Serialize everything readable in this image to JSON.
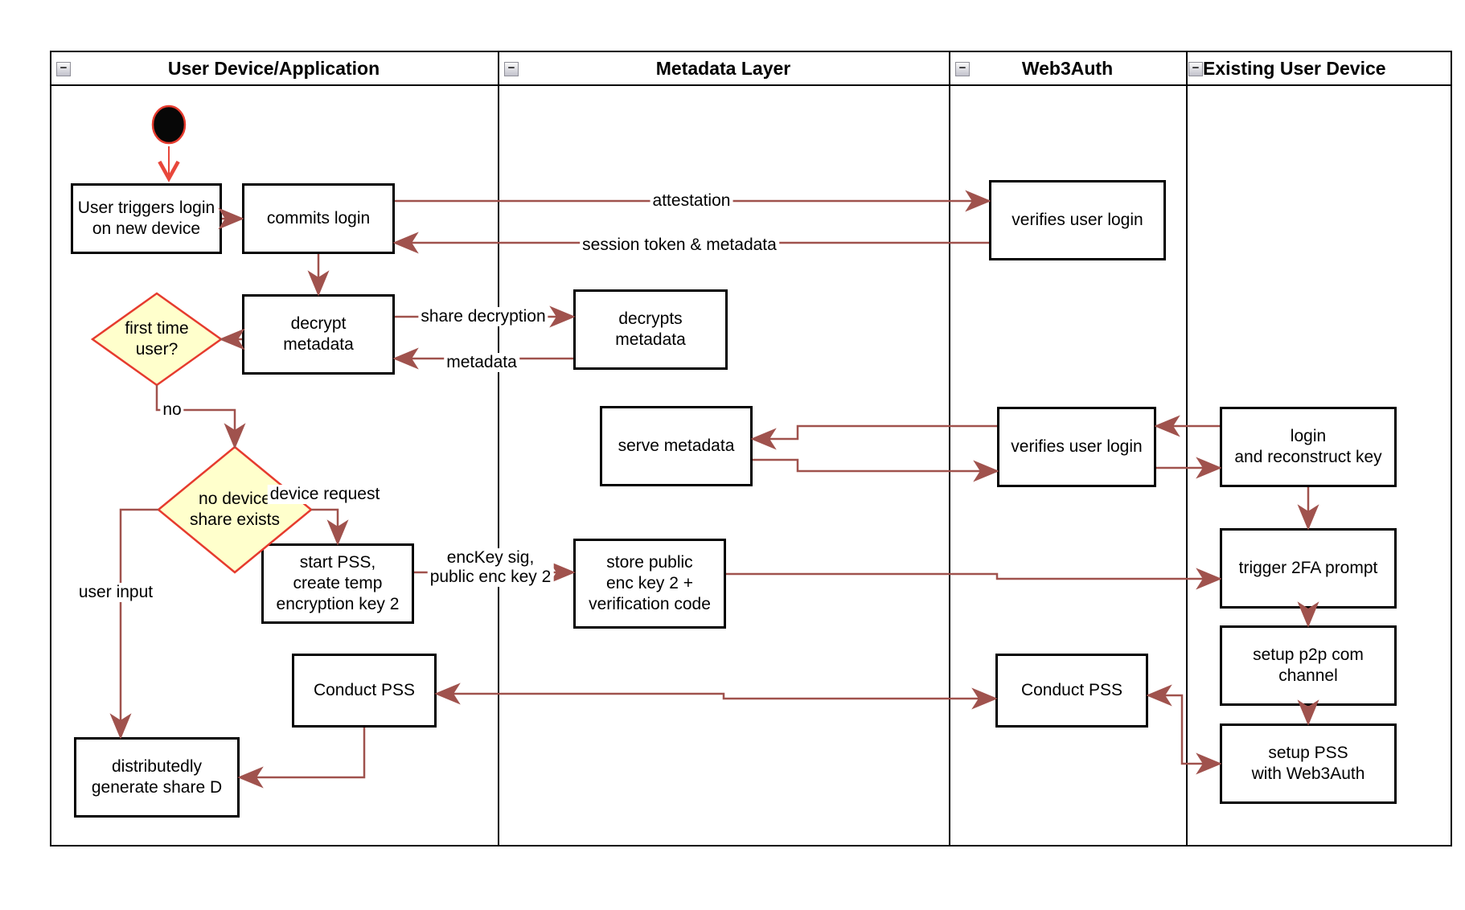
{
  "lanes": [
    {
      "title": "User Device/Application"
    },
    {
      "title": "Metadata Layer"
    },
    {
      "title": "Web3Auth"
    },
    {
      "title": "Existing User Device"
    }
  ],
  "icons": {
    "collapse_glyph": "−",
    "start_node": "filled-circle"
  },
  "nodes": {
    "user_triggers": {
      "label": "User triggers login\non new device"
    },
    "commits_login": {
      "label": "commits login"
    },
    "verifies_login_1": {
      "label": "verifies user login"
    },
    "decrypt_metadata": {
      "label": "decrypt\nmetadata"
    },
    "decrypts_metadata": {
      "label": "decrypts\nmetadata"
    },
    "first_time_user": {
      "label": "first time\nuser?"
    },
    "serve_metadata": {
      "label": "serve metadata"
    },
    "verifies_login_2": {
      "label": "verifies user login"
    },
    "login_reconstruct": {
      "label": "login\nand reconstruct key"
    },
    "no_device_share": {
      "label": "no device\nshare exists"
    },
    "start_pss": {
      "label": "start PSS,\ncreate temp\nencryption key 2"
    },
    "store_public": {
      "label": "store public\nenc key 2 +\nverification code"
    },
    "trigger_2fa": {
      "label": "trigger 2FA prompt"
    },
    "setup_p2p": {
      "label": "setup p2p com\nchannel"
    },
    "setup_pss": {
      "label": "setup PSS\nwith Web3Auth"
    },
    "conduct_pss_user": {
      "label": "Conduct PSS"
    },
    "conduct_pss_web3auth": {
      "label": "Conduct PSS"
    },
    "distributedly_generate": {
      "label": "distributedly\ngenerate share D"
    }
  },
  "edge_labels": {
    "attestation": "attestation",
    "session_token": "session token & metadata",
    "share_decryption": "share decryption",
    "metadata": "metadata",
    "no": "no",
    "device_request": "device request",
    "user_input": "user input",
    "enckey": "encKey sig,\npublic enc key 2"
  },
  "colors": {
    "connector": "#A0524D",
    "highlight_red": "#E63B2E",
    "decision_fill": "#FFFFCC",
    "node_border": "#000000",
    "background": "#FFFFFF"
  }
}
